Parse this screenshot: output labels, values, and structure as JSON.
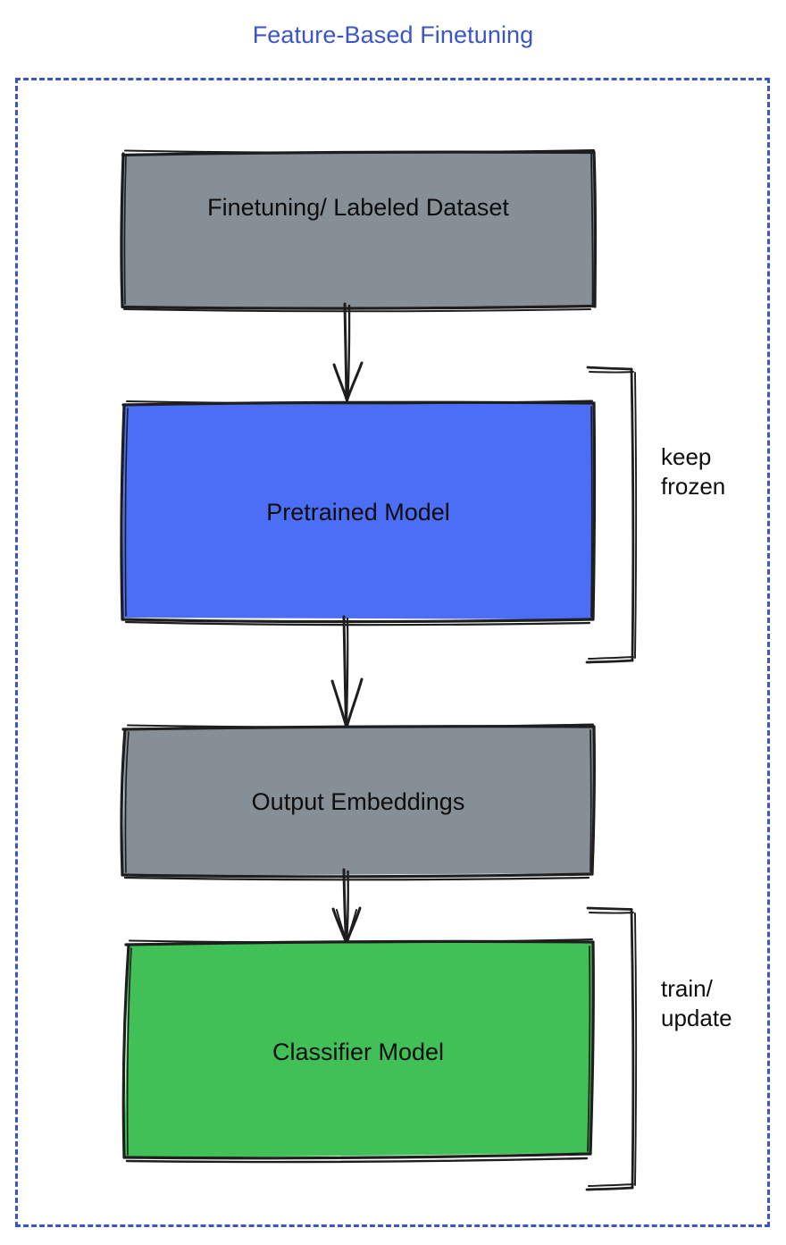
{
  "diagram": {
    "title": "Feature-Based Finetuning",
    "title_color": "#3b55c9",
    "frame_border_color": "#3b55c9",
    "background": "#ffffff",
    "nodes": [
      {
        "id": "dataset",
        "label": "Finetuning/ Labeled Dataset",
        "fill": "#868e96",
        "stroke": "#1e1e1e"
      },
      {
        "id": "pretrained",
        "label": "Pretrained Model",
        "fill": "#4c6ef5",
        "stroke": "#1e1e1e"
      },
      {
        "id": "embeddings",
        "label": "Output Embeddings",
        "fill": "#868e96",
        "stroke": "#1e1e1e"
      },
      {
        "id": "classifier",
        "label": "Classifier Model",
        "fill": "#40c057",
        "stroke": "#1e1e1e"
      }
    ],
    "edges": [
      {
        "id": "edge-dataset-to-pretrained",
        "from": "dataset",
        "to": "pretrained"
      },
      {
        "id": "edge-pretrained-to-embeddings",
        "from": "pretrained",
        "to": "embeddings"
      },
      {
        "id": "edge-embeddings-to-classifier",
        "from": "embeddings",
        "to": "classifier"
      }
    ],
    "annotations": [
      {
        "id": "frozen",
        "text": "keep\nfrozen",
        "targets": "pretrained"
      },
      {
        "id": "train",
        "text": "train/\nupdate",
        "targets": "classifier"
      }
    ]
  }
}
